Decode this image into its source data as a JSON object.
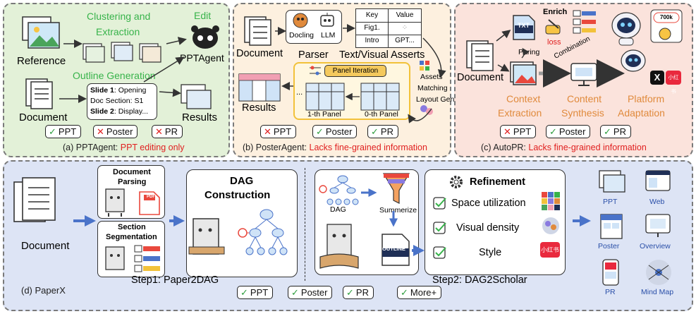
{
  "panel_a": {
    "reference": "Reference",
    "clustering": "Clustering and",
    "extraction": "Extraction",
    "edit": "Edit",
    "agent": "PPTAgent",
    "outline_generation": "Outline Generation",
    "slide1_label": "Slide 1",
    "slide1_text": ": Opening",
    "slide1_doc": "Doc Section: S1",
    "slide2_label": "Slide 2",
    "slide2_text": ": Display...",
    "document": "Document",
    "results": "Results",
    "badges": [
      "PPT",
      "Poster",
      "PR"
    ],
    "caption_prefix": "(a) PPTAgent: ",
    "caption_highlight": "PPT editing only"
  },
  "panel_b": {
    "docling": "Docling",
    "llm": "LLM",
    "document": "Document",
    "parser": "Parser",
    "asserts": "Text/Visual Asserts",
    "table_headers": [
      "Key",
      "Value"
    ],
    "table_rows": [
      [
        "Fig1.",
        ""
      ],
      [
        "Intro",
        "GPT..."
      ]
    ],
    "panel_iteration": "Panel Iteration",
    "first_panel": "1-th Panel",
    "zero_panel": "0-th Panel",
    "results": "Results",
    "assets": "Assets",
    "matching": "Matching",
    "layout_gen": "Layout Gen",
    "ellipsis": "...",
    "badges": [
      "PPT",
      "Poster",
      "PR"
    ],
    "caption_prefix": "(b) PosterAgent: ",
    "caption_highlight": "Lacks fine-grained information"
  },
  "panel_c": {
    "enrich": "Enrich",
    "loss": "loss",
    "txt": "TXT",
    "paring": "Paring",
    "document": "Document",
    "combination": "Combination",
    "context1": "Context",
    "context2": "Extraction",
    "content1": "Content",
    "content2": "Synthesis",
    "platform1": "Platform",
    "platform2": "Adaptation",
    "count_badge": "700k",
    "x_logo": "X",
    "rednote_logo": "小红书",
    "badges": [
      "PPT",
      "Poster",
      "PR"
    ],
    "caption_prefix": "(c) AutoPR: ",
    "caption_highlight": "Lacks fine-grained information"
  },
  "panel_d": {
    "document": "Document",
    "doc_parsing1": "Document",
    "doc_parsing2": "Parsing",
    "pdf": "PDF",
    "section1": "Section",
    "section2": "Segmentation",
    "dag1": "DAG",
    "dag2": "Construction",
    "step1": "Step1: Paper2DAG",
    "dag_small": "DAG",
    "summerize": "Summerize",
    "outline": "OUTLINE",
    "refinement": "Refinement",
    "refine_items": [
      "Space utilization",
      "Visual density",
      "Style"
    ],
    "rednote_logo": "小红书",
    "step2": "Step2: DAG2Scholar",
    "outputs": [
      "PPT",
      "Web",
      "Poster",
      "Overview",
      "PR",
      "Mind Map"
    ],
    "badges": [
      "PPT",
      "Poster",
      "PR",
      "More+"
    ],
    "caption": "(d) PaperX"
  },
  "colors": {
    "panel_a_bg": "#e3f1d8",
    "panel_b_bg": "#fdf0df",
    "panel_c_bg": "#fbe3dc",
    "panel_d_bg": "#dde4f5",
    "green_text": "#37b34a",
    "orange_text": "#e08a3c",
    "red_text": "#e02020",
    "arrow_blue": "#4a73c9"
  }
}
